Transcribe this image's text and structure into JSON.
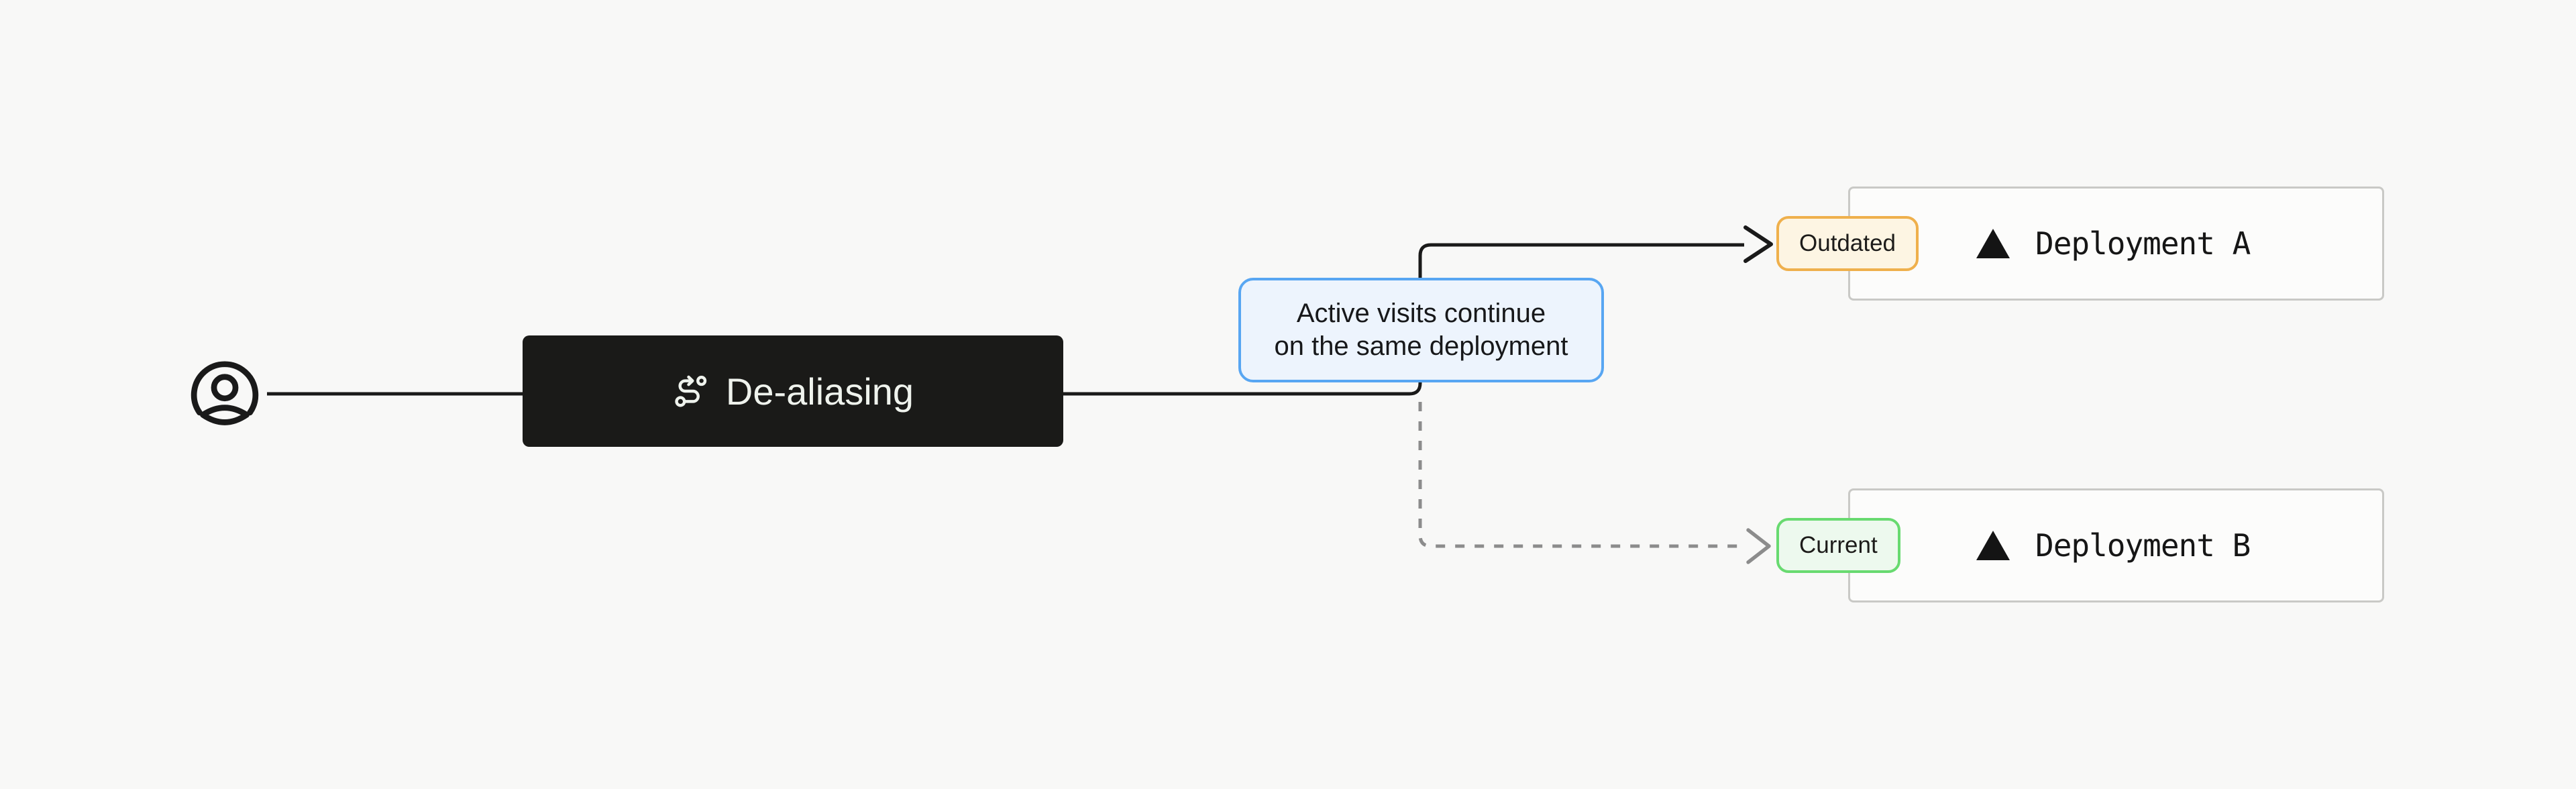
{
  "page": {
    "background_color": "#f8f8f7"
  },
  "diagram": {
    "user": {
      "icon": "circle-user-icon",
      "color": "#1a1a1a"
    },
    "dealiasing_node": {
      "label": "De-aliasing",
      "icon": "route-icon",
      "background_color": "#1a1a18",
      "text_color": "#eff3ed"
    },
    "annotation": {
      "line1": "Active visits continue",
      "line2": "on the same deployment",
      "background_color": "#edf4fd",
      "border_color": "#58a6f2",
      "text_color": "#17181a"
    },
    "deployment_a": {
      "label": "Deployment A",
      "icon": "vercel-triangle-icon",
      "border_color": "#c9c9c6",
      "background_color": "#fcfcfb",
      "badge": {
        "label": "Outdated",
        "background_color": "#fdf5e3",
        "border_color": "#efb04c"
      }
    },
    "deployment_b": {
      "label": "Deployment B",
      "icon": "vercel-triangle-icon",
      "border_color": "#c9c9c6",
      "background_color": "#fcfcfb",
      "badge": {
        "label": "Current",
        "background_color": "#edf9ee",
        "border_color": "#68da70"
      }
    },
    "connectors": {
      "solid_line_color": "#1a1a1a",
      "dashed_line_color": "#8c8c8c",
      "solid_arrow_target": "Outdated",
      "dashed_arrow_target": "Current"
    }
  }
}
